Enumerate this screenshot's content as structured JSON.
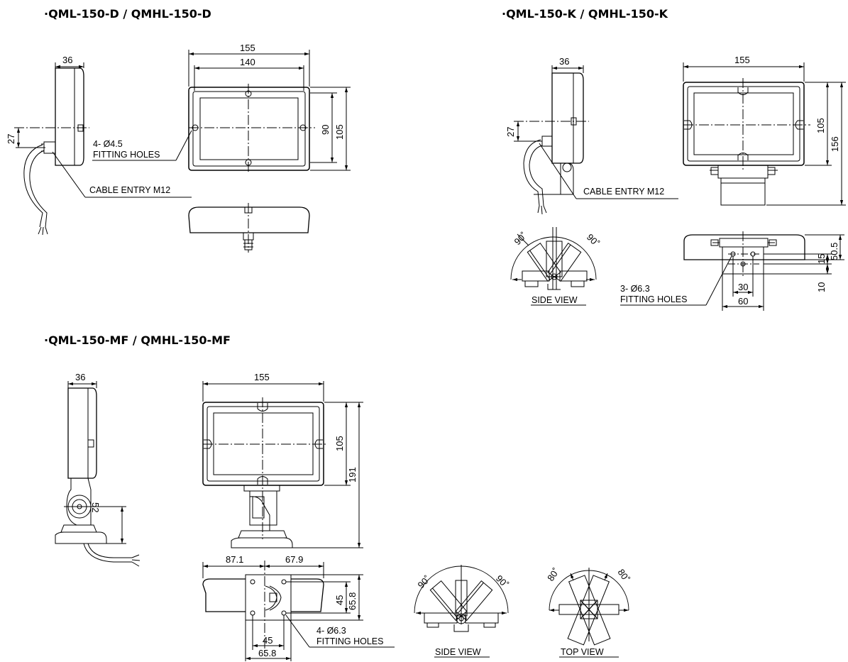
{
  "sections": {
    "d": {
      "title": "·QML-150-D / QMHL-150-D",
      "dims": {
        "side_w": "36",
        "hole_off": "27",
        "outer_w": "155",
        "inner_w": "140",
        "inner_h": "90",
        "outer_h": "105"
      },
      "labels": {
        "holes_count": "4- Ø4.5",
        "holes": "FITTING HOLES",
        "cable": "CABLE ENTRY M12"
      }
    },
    "k": {
      "title": "·QML-150-K / QMHL-150-K",
      "dims": {
        "side_w": "36",
        "hole_off": "27",
        "outer_w": "155",
        "face_h": "105",
        "total_h": "156",
        "ang_left": "90˚",
        "ang_right": "90˚",
        "bracket_h": "50.5",
        "hole_pitch_v": "15",
        "base_off": "10",
        "hole_pitch_h": "30",
        "base_w": "60"
      },
      "labels": {
        "cable": "CABLE ENTRY M12",
        "side_view": "SIDE VIEW",
        "holes_count": "3- Ø6.3",
        "holes": "FITTING HOLES"
      }
    },
    "mf": {
      "title": "·QML-150-MF / QMHL-150-MF",
      "dims": {
        "side_w": "36",
        "pivot_h": "52",
        "outer_w": "155",
        "face_h": "105",
        "total_h": "191",
        "left_w": "87.1",
        "right_w": "67.9",
        "hole_pitch_v": "45",
        "base_depth": "65.8",
        "hole_pitch_h": "45",
        "base_w": "65.8",
        "side_ang_l": "90˚",
        "side_ang_r": "90˚",
        "top_ang_l": "80˚",
        "top_ang_r": "80˚"
      },
      "labels": {
        "holes_count": "4- Ø6.3",
        "holes": "FITTING HOLES",
        "side_view": "SIDE VIEW",
        "top_view": "TOP VIEW"
      }
    }
  }
}
